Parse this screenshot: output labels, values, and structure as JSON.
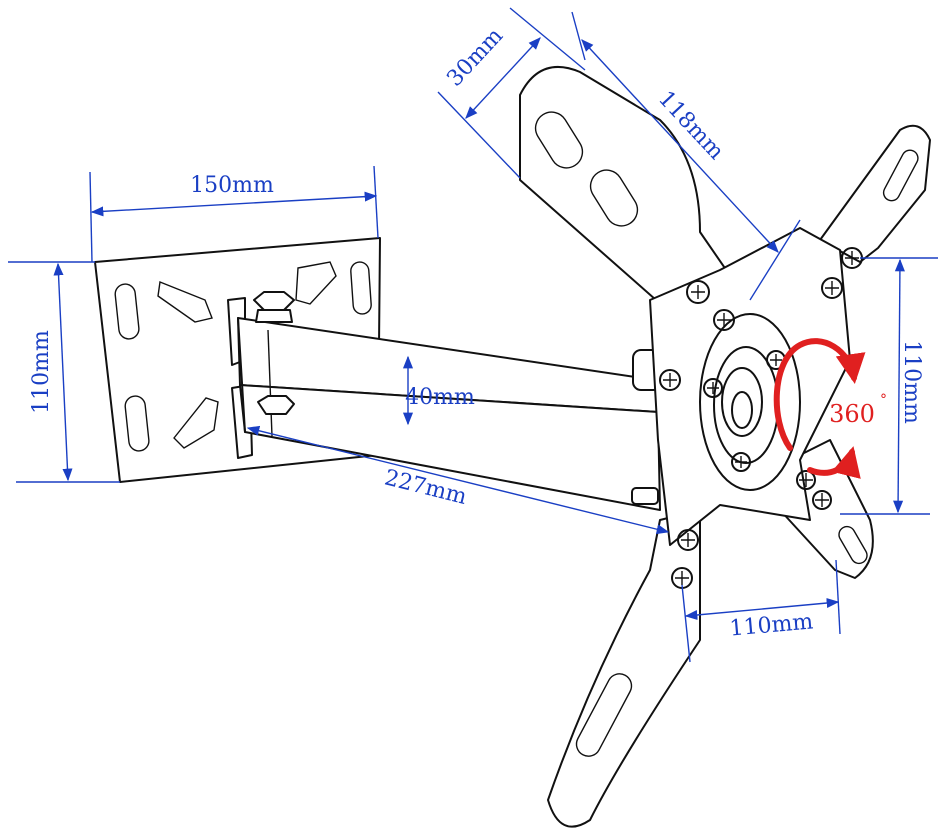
{
  "colors": {
    "dimension": "#1a3fc4",
    "rotation": "#e02020",
    "ink": "#111111"
  },
  "dimensions": {
    "wall_plate_width": "150mm",
    "wall_plate_height": "110mm",
    "arm_height": "40mm",
    "arm_length": "227mm",
    "bracket_width": "30mm",
    "bracket_length": "118mm",
    "vesa_vertical": "110mm",
    "vesa_horizontal": "110mm"
  },
  "rotation": {
    "label": "360",
    "unit": "°"
  }
}
